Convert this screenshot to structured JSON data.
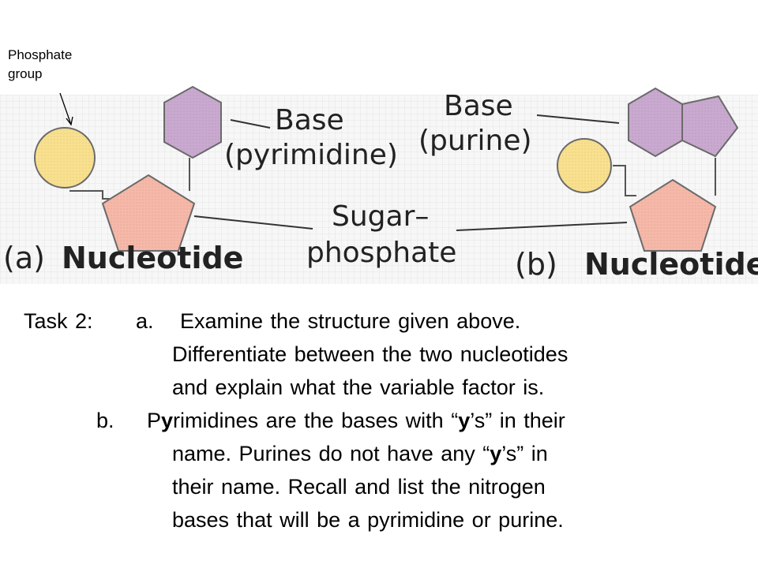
{
  "diagram": {
    "phosphate_label_line1": "Phosphate",
    "phosphate_label_line2": "group",
    "base_pyrimidine_line1": "Base",
    "base_pyrimidine_line2": "(pyrimidine)",
    "base_purine_line1": "Base",
    "base_purine_line2": "(purine)",
    "sugar_line1": "Sugar–",
    "sugar_line2": "phosphate",
    "label_a": "(a)",
    "label_a_name": "Nucleotide",
    "label_b": "(b)",
    "label_b_name": "Nucleotide",
    "colors": {
      "phosphate": "#f8e08e",
      "sugar": "#f6b8a8",
      "base": "#c9a9cf",
      "background_grid": "#ececec"
    }
  },
  "task": {
    "label": "Task 2:",
    "a_marker": "a.",
    "a_line1": "Examine the structure given above.",
    "a_line2": "Differentiate between the two nucleotides",
    "a_line3": "and explain what the variable factor is.",
    "b_marker": "b.",
    "b_line1_p1": "P",
    "b_line1_y1": "y",
    "b_line1_p2": "rimidines are the bases with “",
    "b_line1_y2": "y",
    "b_line1_p3": "’s” in their",
    "b_line2_p1": "name.  Purines do not have any “",
    "b_line2_y": "y",
    "b_line2_p2": "’s” in",
    "b_line3": "their name.  Recall and list the nitrogen",
    "b_line4": "bases that will be a pyrimidine or purine."
  }
}
